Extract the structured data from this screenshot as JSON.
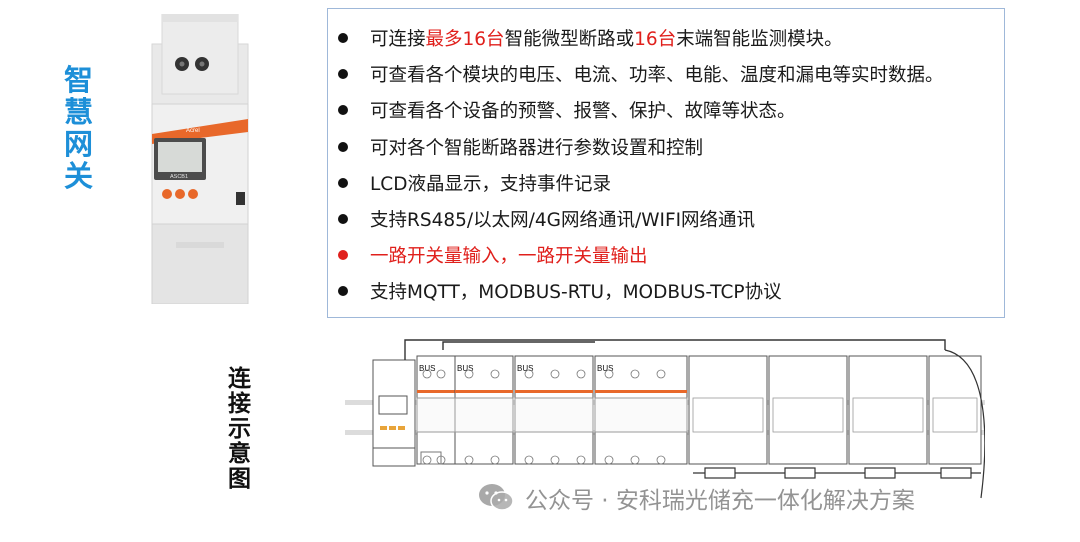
{
  "gateway_title": [
    "智",
    "慧",
    "网",
    "关"
  ],
  "diagram_title": [
    "连",
    "接",
    "示",
    "意",
    "图"
  ],
  "device": {
    "brand_text": "Acrel",
    "model_label": "ASCB1"
  },
  "features": [
    {
      "parts": [
        {
          "text": "可连接",
          "red": false
        },
        {
          "text": "最多16台",
          "red": true
        },
        {
          "text": "智能微型断路或",
          "red": false
        },
        {
          "text": "16台",
          "red": true
        },
        {
          "text": "末端智能监测模块。",
          "red": false
        }
      ]
    },
    {
      "parts": [
        {
          "text": "可查看各个模块的电压、电流、功率、电能、温度和漏电等实时数据。",
          "red": false
        }
      ]
    },
    {
      "parts": [
        {
          "text": "可查看各个设备的预警、报警、保护、故障等状态。",
          "red": false
        }
      ]
    },
    {
      "parts": [
        {
          "text": "可对各个智能断路器进行参数设置和控制",
          "red": false
        }
      ]
    },
    {
      "parts": [
        {
          "text": "LCD液晶显示，支持事件记录",
          "red": false
        }
      ]
    },
    {
      "parts": [
        {
          "text": "支持RS485/以太网/4G网络通讯/WIFI网络通讯",
          "red": false
        }
      ]
    },
    {
      "parts": [
        {
          "text": "一路开关量输入，一路开关量输出",
          "red": true
        }
      ],
      "red": true
    },
    {
      "parts": [
        {
          "text": "支持MQTT，MODBUS-RTU，MODBUS-TCP协议",
          "red": false
        }
      ]
    }
  ],
  "diagram": {
    "bus_label": "BUS",
    "bus_count": 4,
    "module_count": 4
  },
  "watermark": {
    "text": "公众号 · 安科瑞光储充一体化解决方案"
  },
  "colors": {
    "title_blue": "#1d8fd8",
    "highlight_red": "#e0201c",
    "box_border": "#9fb8d9",
    "device_orange": "#e8682a"
  }
}
